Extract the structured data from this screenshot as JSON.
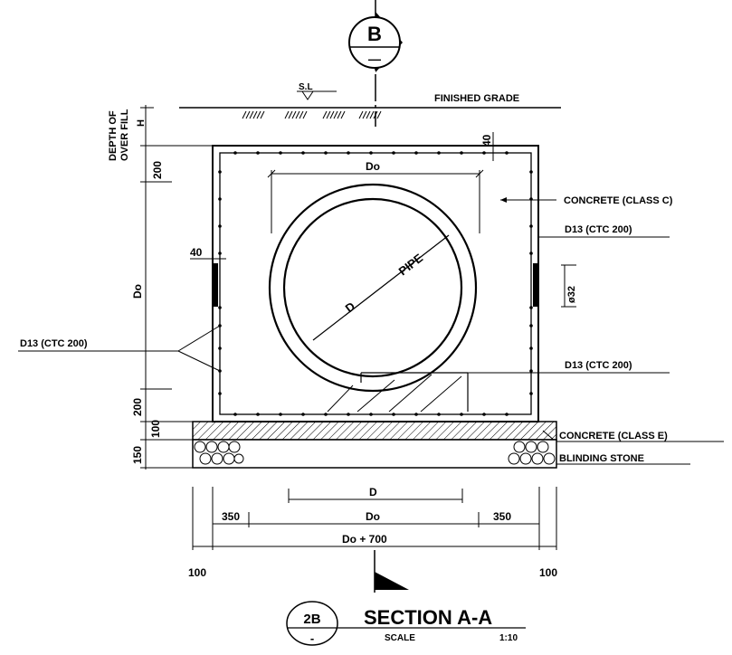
{
  "marker_top": {
    "letter": "B",
    "sub": "—"
  },
  "ground": {
    "sl": "S.L",
    "finished_grade": "FINISHED GRADE"
  },
  "depth": {
    "line1": "DEPTH OF",
    "line2": "OVER FILL",
    "h": "H"
  },
  "dims": {
    "top_cover": "40",
    "left_cover": "40",
    "top_slab": "200",
    "box_height": "Do",
    "bottom_slab": "200",
    "concrete_e": "100",
    "blinding": "150",
    "inner_width": "Do",
    "side_left": "350",
    "side_right": "350",
    "pipe_bottom": "D",
    "bottom_inner": "Do",
    "total": "Do + 700",
    "margin_left": "100",
    "margin_right": "100",
    "dia32": "ø32"
  },
  "labels": {
    "concrete_c": "CONCRETE (CLASS C)",
    "rebar_right_top": "D13 (CTC 200)",
    "rebar_left": "D13 (CTC 200)",
    "rebar_right_bottom": "D13 (CTC 200)",
    "concrete_e": "CONCRETE (CLASS E)",
    "blinding_stone": "BLINDING STONE",
    "pipe": "PIPE",
    "pipe_diameter": "D"
  },
  "marker_bottom": {
    "label": "2B",
    "sub": "-"
  },
  "title": {
    "heading": "SECTION A-A",
    "scale_label": "SCALE",
    "scale_value": "1:10"
  }
}
